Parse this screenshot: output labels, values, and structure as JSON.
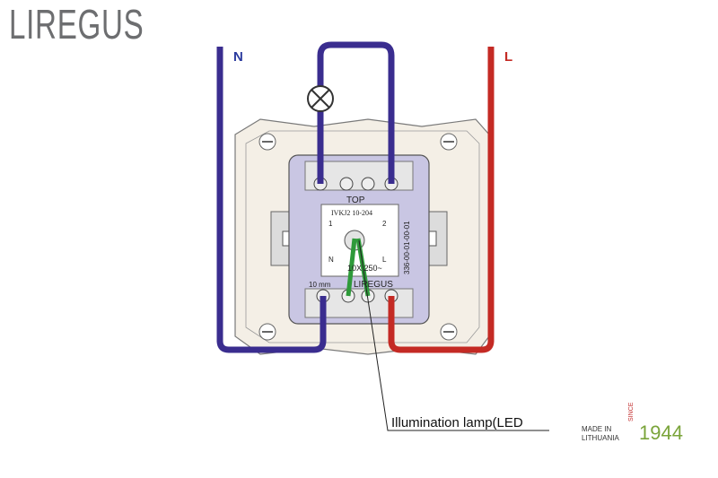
{
  "brand": {
    "logo_text": "LIREGUS"
  },
  "labels": {
    "neutral": "N",
    "live": "L",
    "top": "TOP",
    "model": "IVKJ2 10-204",
    "terminal_1": "1",
    "terminal_2": "2",
    "n_mark": "N",
    "l_mark": "L",
    "rating": "10X 250~",
    "strip": "10 mm",
    "device_brand": "LIREGUS",
    "serial": "336-00-01-00-01",
    "callout": "Illumination lamp(LED"
  },
  "footer": {
    "made_in": "MADE IN",
    "country": "LITHUANIA",
    "since": "SINCE",
    "year": "1944"
  },
  "colors": {
    "neutral_wire": "#3a2d8f",
    "live_wire": "#c42a24",
    "led_wire": "#2e9a3a",
    "brand_red": "#d8262c",
    "brand_green": "#7aa43a"
  }
}
